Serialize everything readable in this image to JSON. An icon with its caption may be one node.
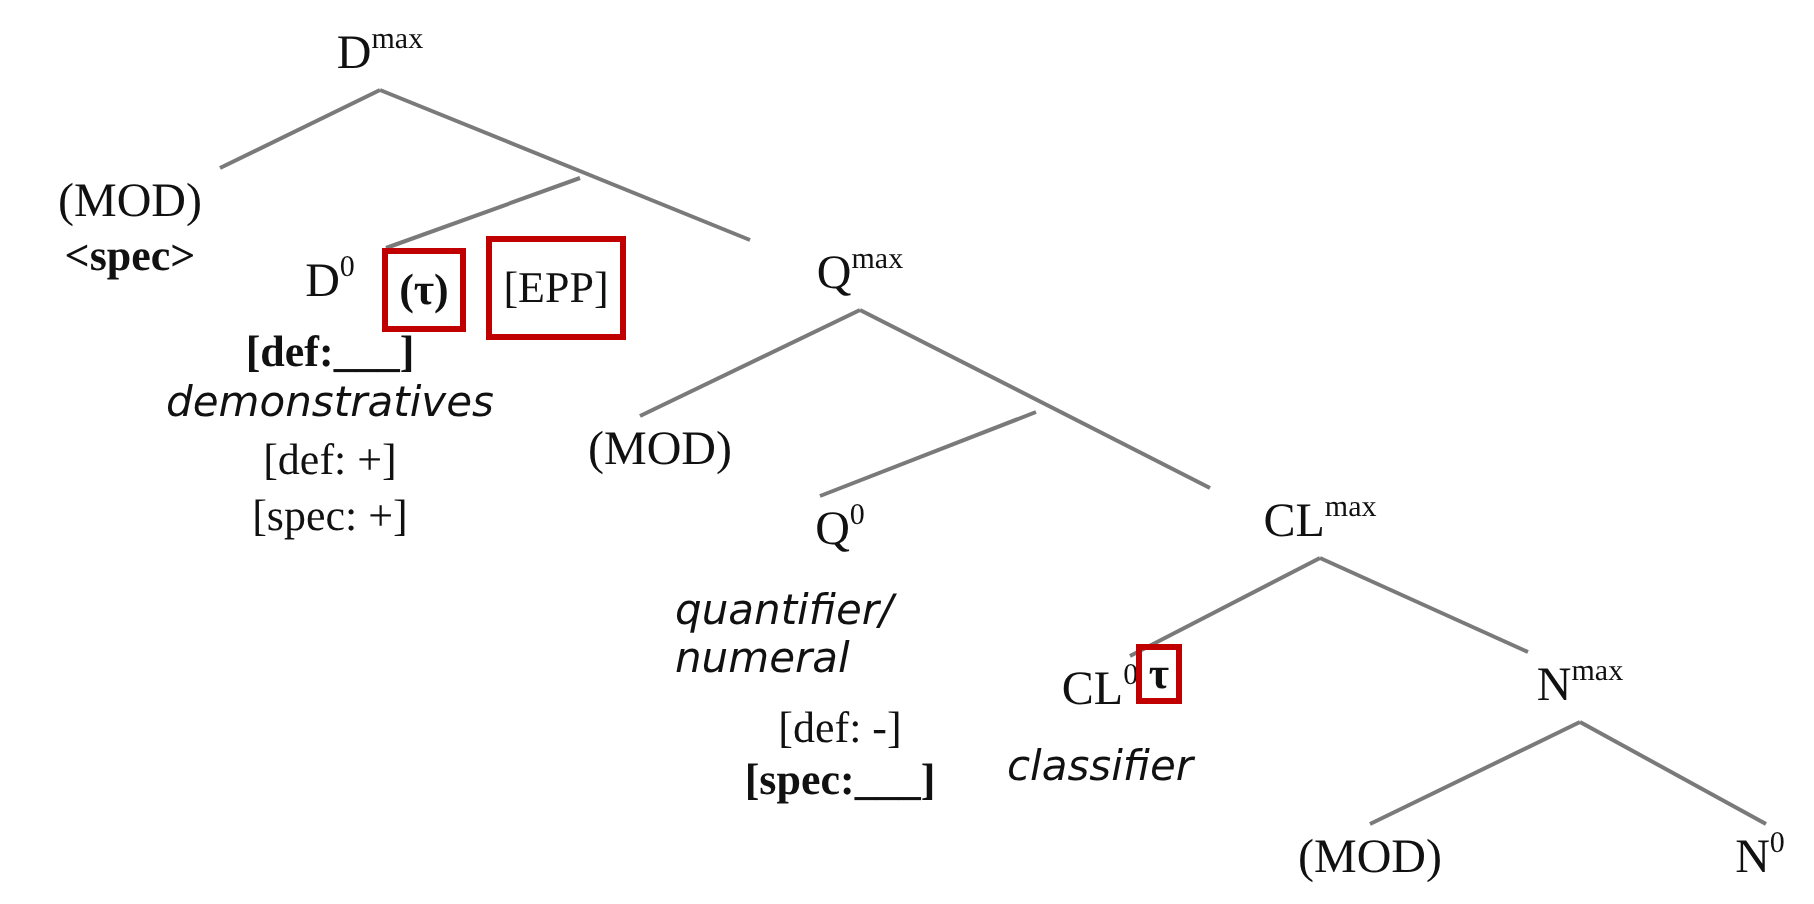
{
  "diagram": {
    "nodes": [
      {
        "text": [
          "D$^{max}$"
        ]
      },
      {
        "text": [
          "(MOD)",
          "<spec>"
        ]
      },
      {
        "text": [
          "D$^{0}$",
          "[def:___]",
          "demonstratives",
          "[def: +]",
          "[spec: +]"
        ]
      },
      {
        "text": [
          "(τ)"
        ]
      },
      {
        "text": [
          "[EPP]"
        ]
      },
      {
        "text": [
          "Q$^{max}$"
        ]
      },
      {
        "text": [
          "(MOD)"
        ]
      },
      {
        "text": [
          "Q$^{0}$",
          "quantifier/ numeral",
          "[def: -]",
          "[spec:___]"
        ]
      },
      {
        "text": [
          "CL$^{max}$"
        ]
      },
      {
        "text": [
          "CL$^{0}$",
          "classifier"
        ]
      },
      {
        "text": [
          "τ"
        ]
      },
      {
        "text": [
          "N$^{max}$"
        ]
      },
      {
        "text": [
          "(MOD)"
        ]
      },
      {
        "text": [
          "N$^{0}$"
        ]
      }
    ],
    "edges": [
      {
        "from": 0,
        "to": 1,
        "arrow": "none"
      },
      {
        "from": 0,
        "to": 5,
        "arrow": "none"
      },
      {
        "from": null,
        "to": 2,
        "arrow": "none"
      },
      {
        "from": 5,
        "to": 6,
        "arrow": "none"
      },
      {
        "from": null,
        "to": 7,
        "arrow": "none"
      },
      {
        "from": 5,
        "to": 8,
        "arrow": "none"
      },
      {
        "from": 8,
        "to": 9,
        "arrow": "none"
      },
      {
        "from": 8,
        "to": 11,
        "arrow": "none"
      },
      {
        "from": 11,
        "to": 12,
        "arrow": "none"
      },
      {
        "from": 11,
        "to": 13,
        "arrow": "none"
      }
    ]
  }
}
